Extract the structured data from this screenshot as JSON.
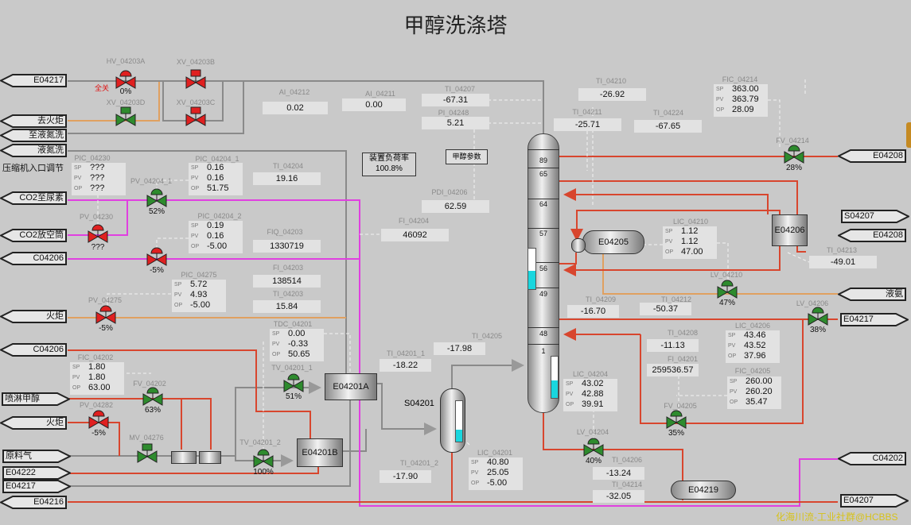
{
  "title": "甲醇洗涤塔",
  "labels": {
    "all_close": "全关",
    "compressor_inlet": "压缩机入口调节",
    "load_rate_label": "装置负荷率",
    "load_rate_value": "100.8%",
    "methanol_params_button": "甲醇参数",
    "watermark": "化海川流-工业社群@HCBBS"
  },
  "colors": {
    "open_valve": "#2e8b2e",
    "closed_valve": "#e02020",
    "level": "#19d6de",
    "pipe_gray": "#8a8a8a",
    "pipe_red": "#d8462e",
    "pipe_orange": "#e0a060",
    "pipe_magenta": "#e040e0"
  },
  "indicators": [
    {
      "tag": "AI_04212",
      "value": "0.02"
    },
    {
      "tag": "AI_04211",
      "value": "0.00"
    },
    {
      "tag": "TI_04207",
      "value": "-67.31"
    },
    {
      "tag": "PI_04248",
      "value": "5.21"
    },
    {
      "tag": "PDI_04206",
      "value": "62.59"
    },
    {
      "tag": "FI_04204",
      "value": "46092"
    },
    {
      "tag": "TI_04204",
      "value": "19.16"
    },
    {
      "tag": "FIQ_04203",
      "value": "1330719"
    },
    {
      "tag": "FI_04203",
      "value": "138514"
    },
    {
      "tag": "TI_04203",
      "value": "15.84"
    },
    {
      "tag": "TI_04210",
      "value": "-26.92"
    },
    {
      "tag": "TI_04211",
      "value": "-25.71"
    },
    {
      "tag": "TI_04224",
      "value": "-67.65"
    },
    {
      "tag": "TI_04213",
      "value": "-49.01"
    },
    {
      "tag": "TI_04209",
      "value": "-16.70"
    },
    {
      "tag": "TI_04212",
      "value": "-50.37"
    },
    {
      "tag": "TI_04208",
      "value": "-11.13"
    },
    {
      "tag": "FI_04201",
      "value": "259536.57"
    },
    {
      "tag": "TI_04205",
      "value": "-17.98"
    },
    {
      "tag": "TI_04201_1",
      "value": "-18.22"
    },
    {
      "tag": "TI_04201_2",
      "value": "-17.90"
    },
    {
      "tag": "TI_04206",
      "value": "-13.24"
    },
    {
      "tag": "TI_04214",
      "value": "-32.05"
    }
  ],
  "controllers": [
    {
      "tag": "PIC_04230",
      "sp": "???",
      "pv": "???",
      "op": "???"
    },
    {
      "tag": "PIC_04204_1",
      "sp": "0.16",
      "pv": "0.16",
      "op": "51.75"
    },
    {
      "tag": "PIC_04204_2",
      "sp": "0.19",
      "pv": "0.16",
      "op": "-5.00"
    },
    {
      "tag": "PIC_04275",
      "sp": "5.72",
      "pv": "4.93",
      "op": "-5.00"
    },
    {
      "tag": "TDC_04201",
      "sp": "0.00",
      "pv": "-0.33",
      "op": "50.65"
    },
    {
      "tag": "FIC_04202",
      "sp": "1.80",
      "pv": "1.80",
      "op": "63.00"
    },
    {
      "tag": "FIC_04214",
      "sp": "363.00",
      "pv": "363.79",
      "op": "28.09"
    },
    {
      "tag": "LIC_04210",
      "sp": "1.12",
      "pv": "1.12",
      "op": "47.00"
    },
    {
      "tag": "LIC_04206",
      "sp": "43.46",
      "pv": "43.52",
      "op": "37.96"
    },
    {
      "tag": "FIC_04205",
      "sp": "260.00",
      "pv": "260.20",
      "op": "35.47"
    },
    {
      "tag": "LIC_04204",
      "sp": "43.02",
      "pv": "42.88",
      "op": "39.91"
    },
    {
      "tag": "LIC_04201",
      "sp": "40.80",
      "pv": "25.05",
      "op": "-5.00"
    }
  ],
  "controller_row_labels": {
    "sp": "SP",
    "pv": "PV",
    "op": "OP"
  },
  "valves": [
    {
      "tag": "HV_04203A",
      "state": "closed",
      "actuator": "dome",
      "pct": "0%"
    },
    {
      "tag": "XV_04203B",
      "state": "closed",
      "actuator": "solenoid",
      "pct": ""
    },
    {
      "tag": "XV_04203D",
      "state": "open",
      "actuator": "solenoid",
      "pct": ""
    },
    {
      "tag": "XV_04203C",
      "state": "closed",
      "actuator": "solenoid",
      "pct": ""
    },
    {
      "tag": "PV_04204_1",
      "state": "open",
      "actuator": "dome",
      "pct": "52%"
    },
    {
      "tag": "PV_04230",
      "state": "closed",
      "actuator": "dome",
      "pct": "???"
    },
    {
      "tag": "",
      "state": "closed",
      "actuator": "dome",
      "pct": "-5%"
    },
    {
      "tag": "PV_04275",
      "state": "closed",
      "actuator": "dome",
      "pct": "-5%"
    },
    {
      "tag": "FV_04202",
      "state": "open",
      "actuator": "dome",
      "pct": "63%"
    },
    {
      "tag": "PV_04282",
      "state": "closed",
      "actuator": "dome",
      "pct": "-5%"
    },
    {
      "tag": "MV_04276",
      "state": "open",
      "actuator": "solenoid",
      "pct": ""
    },
    {
      "tag": "TV_04201_1",
      "state": "open",
      "actuator": "dome",
      "pct": "51%"
    },
    {
      "tag": "TV_04201_2",
      "state": "open",
      "actuator": "dome",
      "pct": "100%"
    },
    {
      "tag": "FV_04214",
      "state": "open",
      "actuator": "dome",
      "pct": "28%"
    },
    {
      "tag": "LV_04210",
      "state": "open",
      "actuator": "dome",
      "pct": "47%"
    },
    {
      "tag": "LV_04206",
      "state": "open",
      "actuator": "dome",
      "pct": "38%"
    },
    {
      "tag": "FV_04205",
      "state": "open",
      "actuator": "dome",
      "pct": "35%"
    },
    {
      "tag": "LV_04204",
      "state": "open",
      "actuator": "dome",
      "pct": "40%"
    }
  ],
  "offpage": [
    {
      "label": "E04217",
      "direction": "left"
    },
    {
      "label": "去火炬",
      "direction": "left"
    },
    {
      "label": "至液氮洗",
      "direction": "left"
    },
    {
      "label": "液氮洗",
      "direction": "left"
    },
    {
      "label": "CO2至尿素",
      "direction": "left"
    },
    {
      "label": "CO2放空筒",
      "direction": "left"
    },
    {
      "label": "C04206",
      "direction": "left"
    },
    {
      "label": "火炬",
      "direction": "left"
    },
    {
      "label": "C04206",
      "direction": "left"
    },
    {
      "label": "喷淋甲醇",
      "direction": "right"
    },
    {
      "label": "火炬",
      "direction": "left"
    },
    {
      "label": "原料气",
      "direction": "right"
    },
    {
      "label": "E04222",
      "direction": "right"
    },
    {
      "label": "E04217",
      "direction": "right"
    },
    {
      "label": "E04216",
      "direction": "left"
    },
    {
      "label": "E04208",
      "direction": "left"
    },
    {
      "label": "S04207",
      "direction": "right"
    },
    {
      "label": "E04208",
      "direction": "left"
    },
    {
      "label": "液氨",
      "direction": "left"
    },
    {
      "label": "E04217",
      "direction": "right"
    },
    {
      "label": "C04202",
      "direction": "left"
    },
    {
      "label": "E04207",
      "direction": "right"
    }
  ],
  "equipment": {
    "E04201A": "E04201A",
    "E04201B": "E04201B",
    "E04205": "E04205",
    "E04206": "E04206",
    "E04219": "E04219",
    "S04201": "S04201"
  },
  "column_trays": [
    "89",
    "65",
    "64",
    "57",
    "56",
    "49",
    "48",
    "1"
  ],
  "levels": {
    "column_upper": 0.45,
    "column_bottom": 0.43,
    "S04201": 0.3
  }
}
